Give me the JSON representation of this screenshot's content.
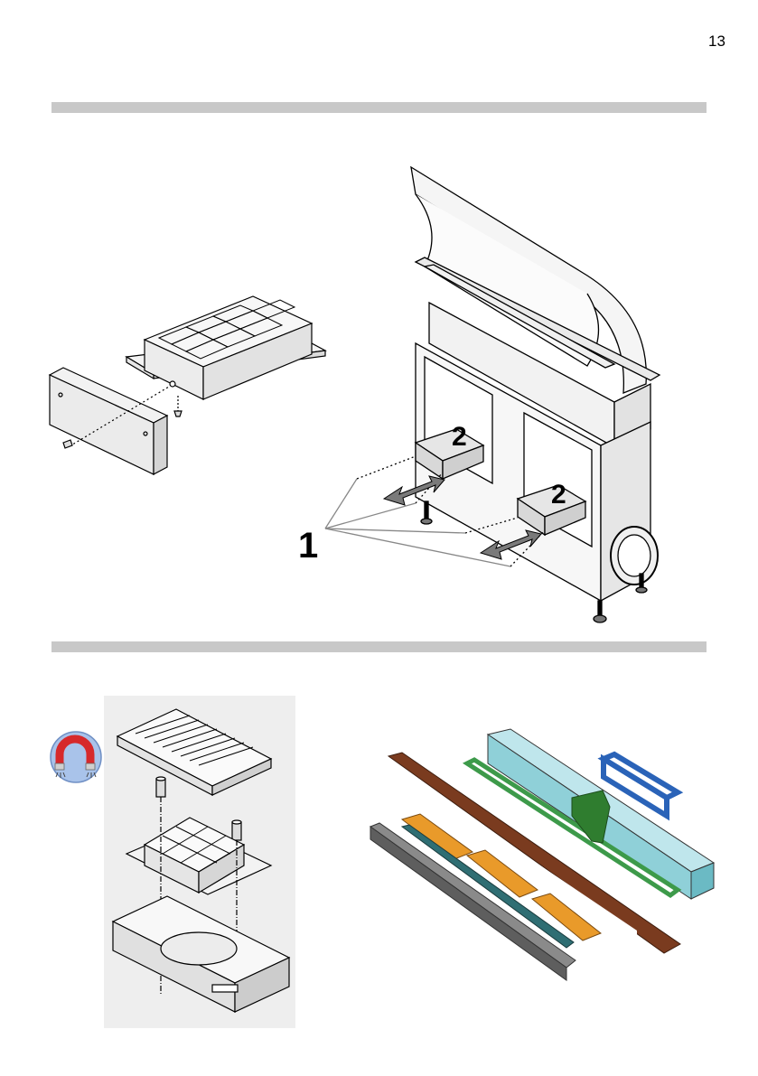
{
  "page": {
    "number": "13"
  },
  "figure_top_right": {
    "callout_1": "1",
    "callout_2a": "2",
    "callout_2b": "2"
  },
  "icons": {
    "magnet": "magnet-icon"
  },
  "colors": {
    "divider": "#c8c8c8",
    "magnet_badge": "#a9c3ea",
    "magnet_red": "#d6292b",
    "frame_brown": "#7a3b1f",
    "housing_cyan": "#8fd0d8",
    "frame_blue": "#2a63b8",
    "filter_orange": "#e99a2a",
    "grille_gray": "#6d6d6d",
    "bracket_green": "#2f7d2f"
  }
}
